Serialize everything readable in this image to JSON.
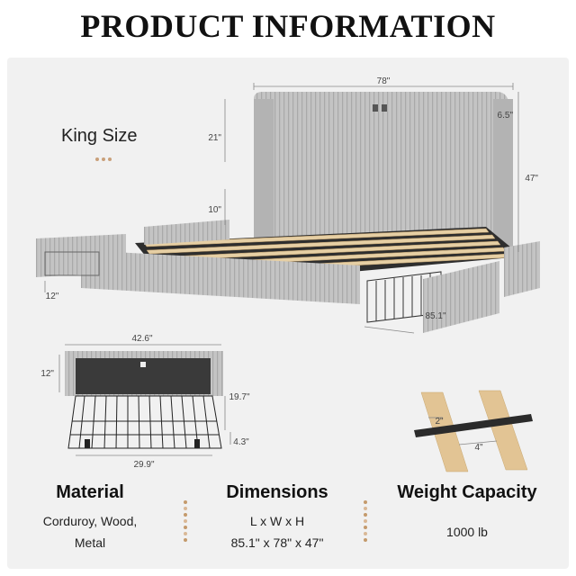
{
  "header": {
    "title": "PRODUCT INFORMATION"
  },
  "size_label": "King Size",
  "bed_dimensions": {
    "width": "78\"",
    "headboard_depth": "6.5\"",
    "headboard_above": "21\"",
    "total_height": "47\"",
    "clearance": "10\"",
    "side_height": "12\"",
    "length": "85.1\""
  },
  "drawer_dimensions": {
    "width": "42.6\"",
    "height": "12\"",
    "depth": "19.7\"",
    "basket_height": "4.3\"",
    "basket_width": "29.9\""
  },
  "slat_dimensions": {
    "slat_width": "2\"",
    "gap": "4\""
  },
  "specs": {
    "material": {
      "heading": "Material",
      "line1": "Corduroy, Wood,",
      "line2": "Metal"
    },
    "dimensions": {
      "heading": "Dimensions",
      "line1": "L x W x H",
      "line2": "85.1\" x 78\" x 47\""
    },
    "weight": {
      "heading": "Weight Capacity",
      "line1": "1000 lb"
    }
  },
  "colors": {
    "upholstery": "#bdbdbd",
    "upholstery_dark": "#9c9c9c",
    "slat_wood": "#e2c494",
    "metal": "#2b2b2b",
    "panel_bg": "#f1f1f1",
    "accent_dots": "#c9a07a"
  }
}
